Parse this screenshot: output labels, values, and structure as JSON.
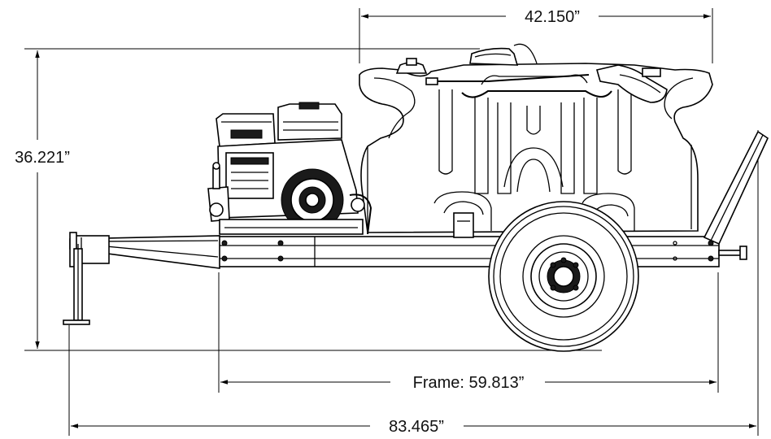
{
  "dimensions": {
    "tank_width": "42.150”",
    "overall_height": "36.221”",
    "frame_length": "Frame: 59.813”",
    "overall_length": "83.465”"
  },
  "colors": {
    "line": "#000000",
    "background": "#ffffff"
  }
}
